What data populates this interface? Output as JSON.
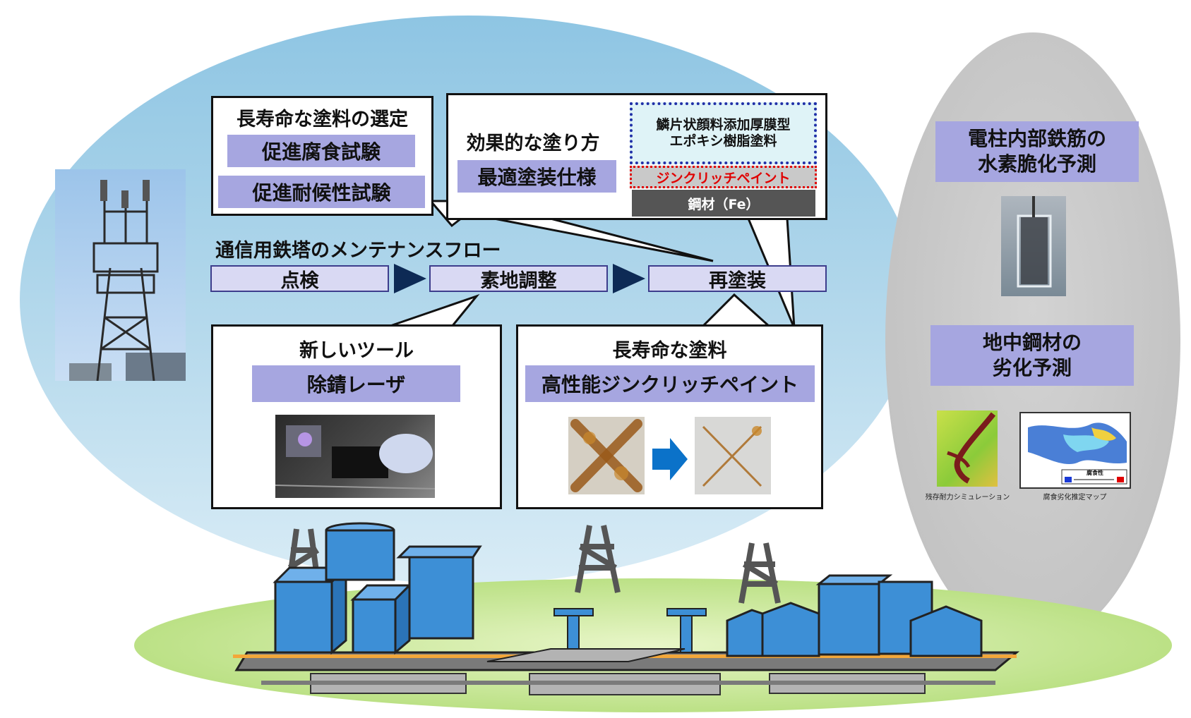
{
  "selection_box": {
    "title": "長寿命な塗料の選定",
    "item1": "促進腐食試験",
    "item2": "促進耐候性試験"
  },
  "coating_box": {
    "title": "効果的な塗り方",
    "item": "最適塗装仕様",
    "layer_top": "鱗片状顔料添加厚膜型\nエポキシ樹脂塗料",
    "layer_mid": "ジンクリッチペイント",
    "layer_base": "鋼材（Fe）"
  },
  "flow": {
    "title": "通信用鉄塔のメンテナンスフロー",
    "step1": "点検",
    "step2": "素地調整",
    "step3": "再塗装"
  },
  "tool_box": {
    "title": "新しいツール",
    "item": "除錆レーザ"
  },
  "paint_box": {
    "title": "長寿命な塗料",
    "item": "高性能ジンクリッチペイント"
  },
  "right_panel": {
    "label1": "電柱内部鉄筋の\n水素脆化予測",
    "label2": "地中鋼材の\n劣化予測",
    "caption1": "残存耐力シミュレーション",
    "caption2": "腐食劣化推定マップ",
    "map_legend": "腐食性"
  },
  "colors": {
    "accent_purple": "#a6a6e0",
    "flow_fill": "#d9d9f3",
    "arrow_navy": "#0d2a55",
    "building_blue": "#3d8fd6"
  }
}
